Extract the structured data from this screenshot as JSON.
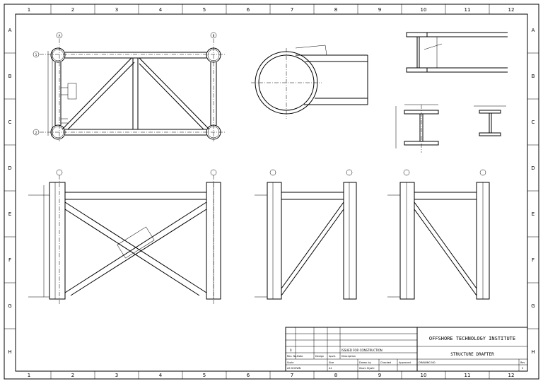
{
  "grid": {
    "columns": [
      "1",
      "2",
      "3",
      "4",
      "5",
      "6",
      "7",
      "8",
      "9",
      "10",
      "11",
      "12"
    ],
    "rows": [
      "A",
      "B",
      "C",
      "D",
      "E",
      "F",
      "G",
      "H"
    ]
  },
  "title_block": {
    "institute": "OFFSHORE TECHNOLOGY INSTITUTE",
    "drawing_title": "STRUCTURE DRAFTER",
    "revision": "0",
    "status": "ISSUED FOR CONSTRUCTION",
    "col_rev_no": "Rev. No.",
    "col_date": "Date",
    "col_drawn": "Design",
    "col_apvd": "Apvd.",
    "col_description": "Description",
    "scale_label": "Scale",
    "scale_value": "AS SHOWN",
    "size_label": "Size",
    "size_value": "A1",
    "drawn_by_label": "Drawn by",
    "drawn_by_value": "Ilham Siyahl",
    "checked_label": "Checked",
    "approved_label": "Approved",
    "drawing_no_label": "DRAWING NO.",
    "rev_label": "Rev",
    "rev_value": "0"
  },
  "grid_markers": {
    "a": "A",
    "b": "B",
    "one": "1",
    "two": "2"
  }
}
